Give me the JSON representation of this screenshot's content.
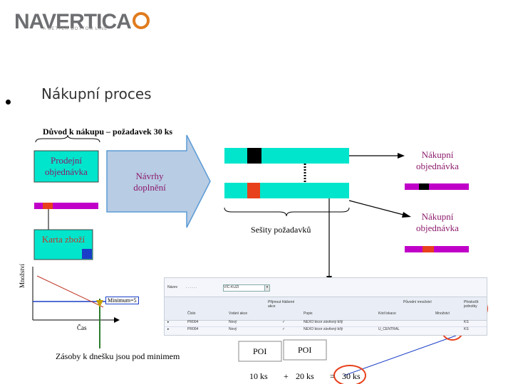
{
  "logo": {
    "name": "NAVERTICA",
    "tagline": "A BETTER BOTTOM LINE"
  },
  "heading": "Nákupní proces",
  "reason": "Důvod k nákupu – požadavek 30 ks",
  "sales_order": "Prodejní objednávka",
  "proposals": "Návrhy doplnění",
  "purchase_order_1": "Nákupní objednávka",
  "purchase_order_2": "Nákupní objednávka",
  "requisition_worksheets": "Sešity požadavků",
  "item_card": "Karta zboží",
  "y_axis_label": "Množství",
  "x_axis_label": "Čas",
  "minimum": "Minimum=5",
  "stock_note": "Zásoby k dnešku jsou pod minimem",
  "poi_left": "POI",
  "poi_right": "POI",
  "equation": {
    "left": "10 ks",
    "plus": "+",
    "middle": "20 ks",
    "equals": "=",
    "result": "30 ks"
  },
  "worksheet": {
    "name_label": "Název",
    "name_dots": ". . . . . .",
    "name_value": "VÍC-KUZI",
    "headers": [
      "Číslo",
      "Vstání akce",
      "Přijmout hlášené akce",
      "Popis",
      "Kód lokace",
      "Původní množství",
      "Množství",
      "Přeskočit jednotky"
    ],
    "rows": [
      {
        "number": "PR004",
        "action": "Nový",
        "accept": "✓",
        "description": "NEXO bicor závěsný bílý",
        "location": "",
        "qty": "",
        "unit": "KS"
      },
      {
        "number": "PR004",
        "action": "Nový",
        "accept": "✓",
        "description": "NEXO bicor závěsný bílý",
        "location": "U_CENTRAL",
        "qty": "",
        "unit": "KS"
      }
    ]
  },
  "colors": {
    "cyan": "#00e5cc",
    "magenta": "#c000c8",
    "black": "#000000",
    "red": "#e8401c",
    "blue": "#1a3ec8",
    "text_purple": "#8b1a6b",
    "green": "#2e7d2e",
    "arrow_blue": "#5b9bd5"
  }
}
